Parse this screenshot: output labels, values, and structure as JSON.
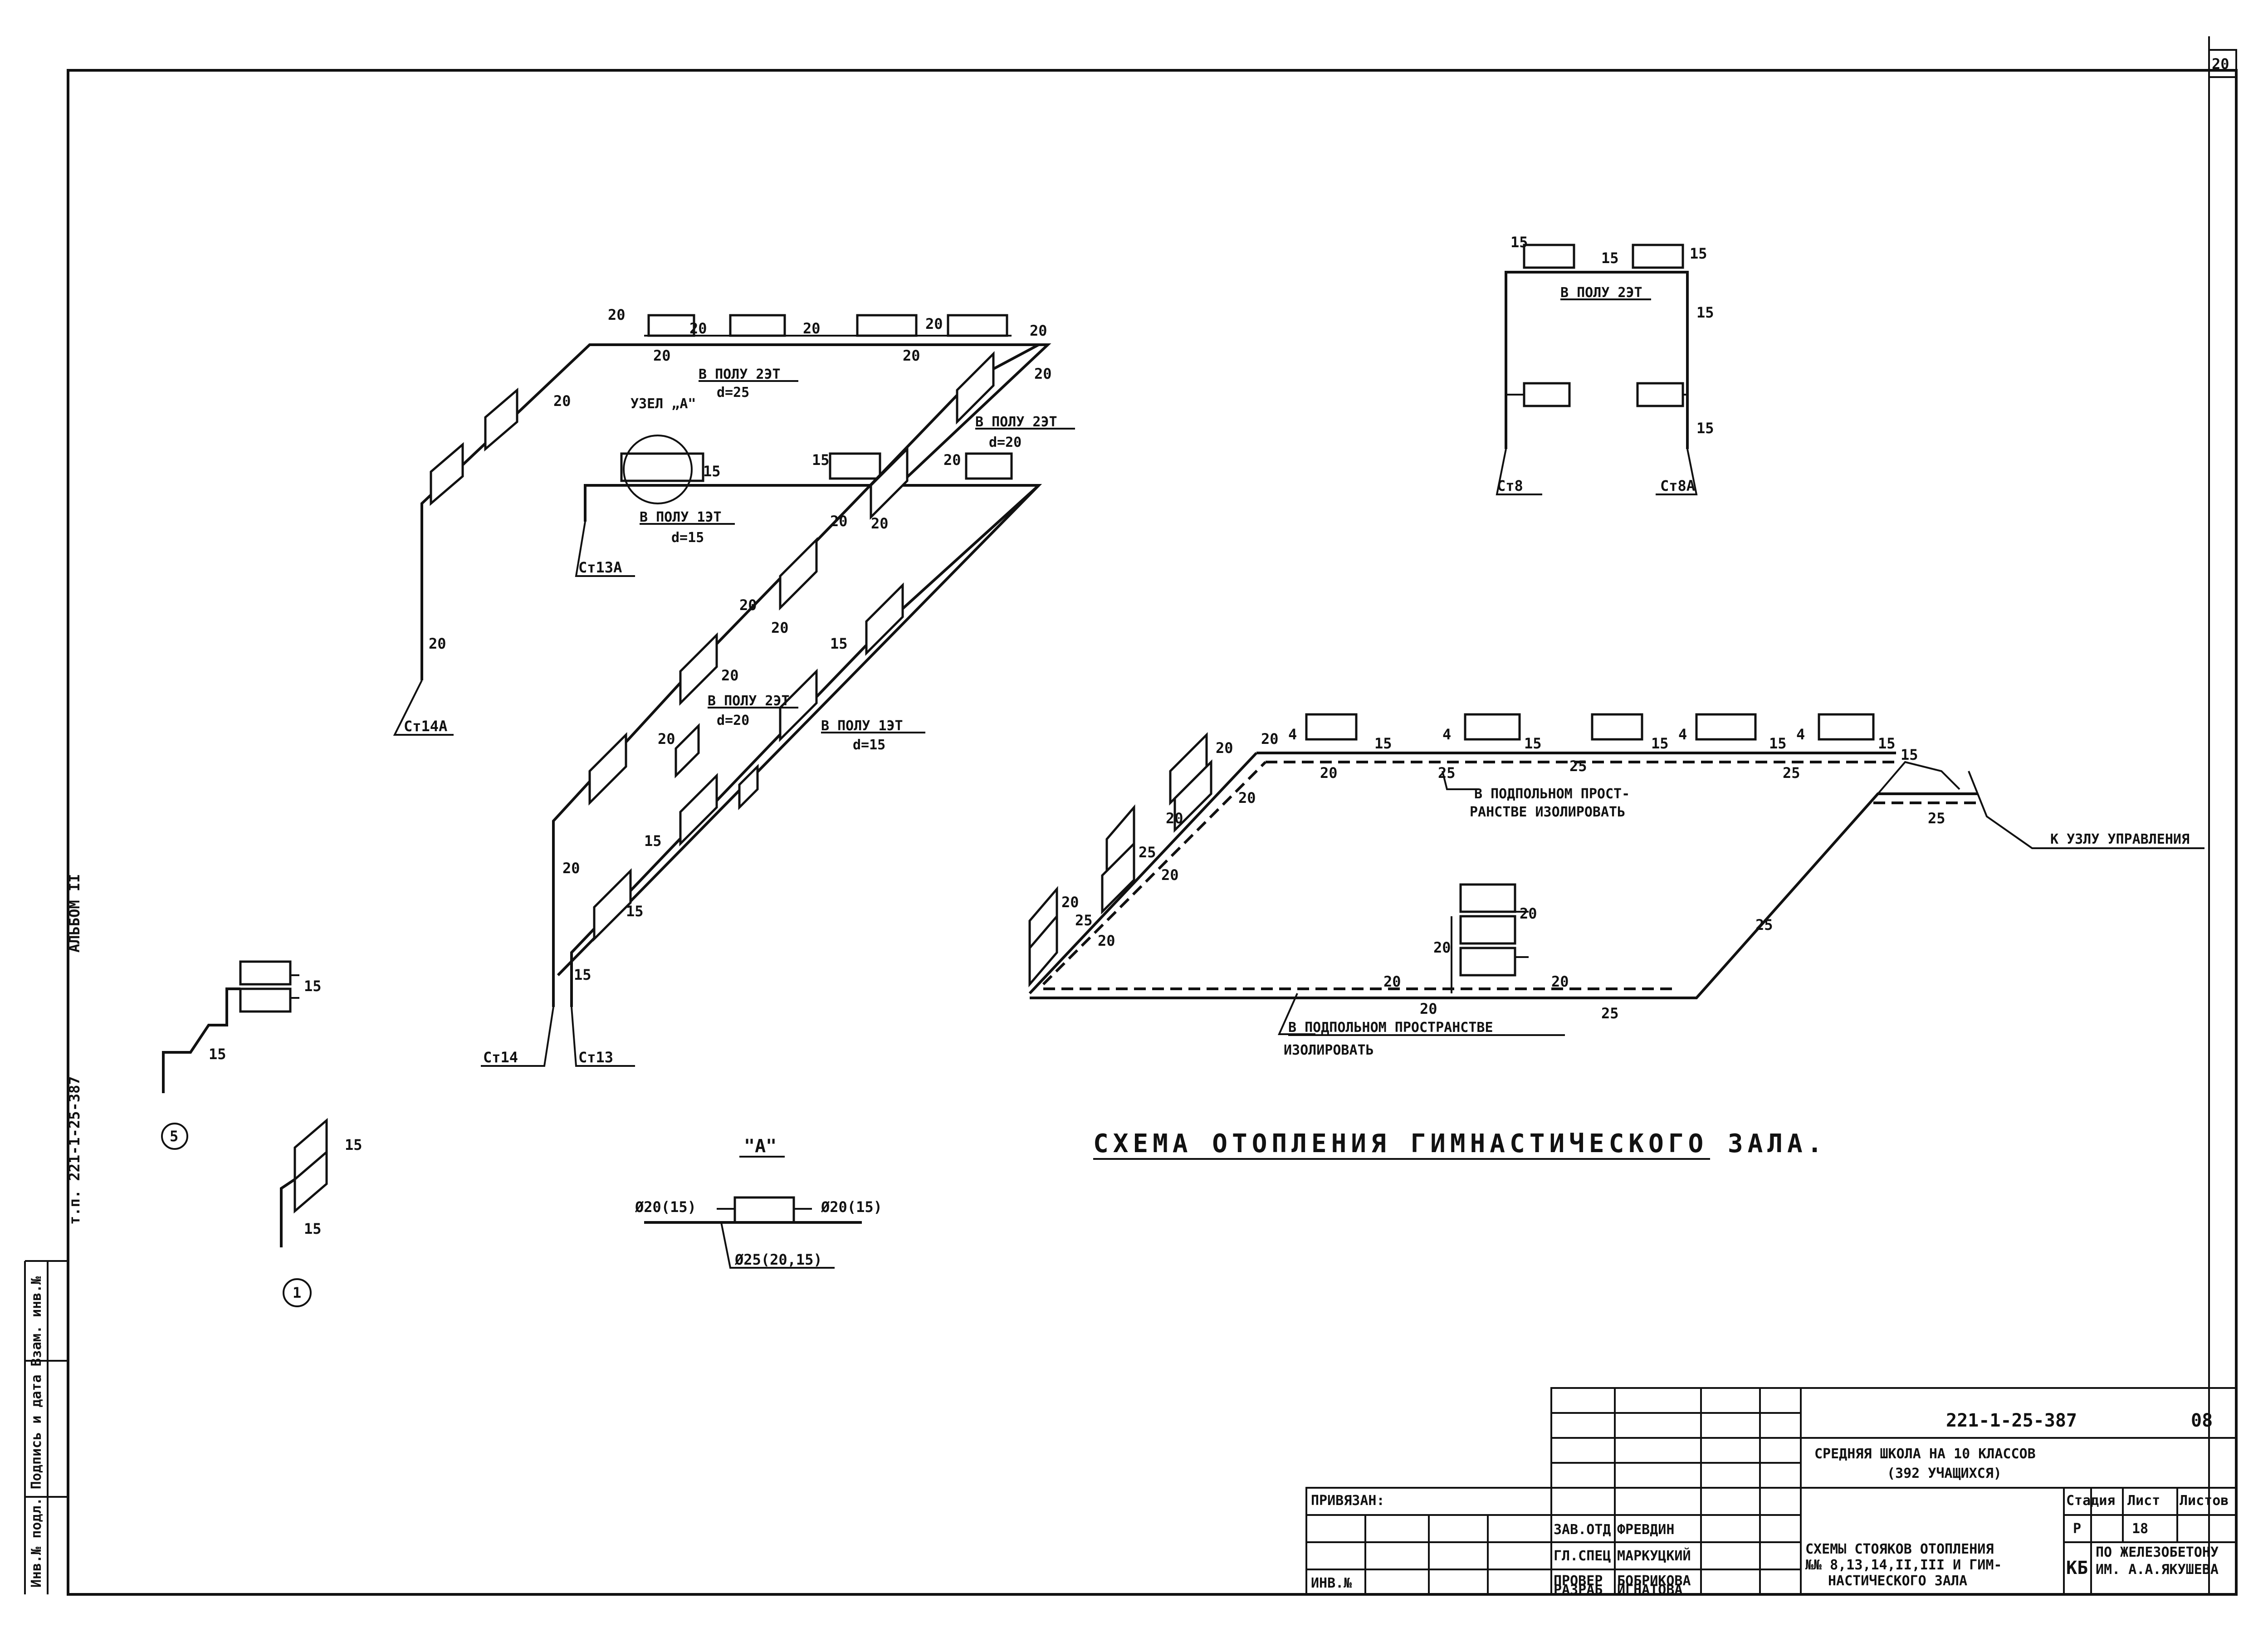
{
  "sheet": {
    "page_no": "20",
    "album_side": "АЛЬБОМ II",
    "project_side": "т.п. 221-1-25-387",
    "stamp_side": "Инв.№ подл. Подпись и дата Взам. инв.№"
  },
  "diagram": {
    "title": "СХЕМА ОТОПЛЕНИЯ ГИМНАСТИЧЕСКОГО ЗАЛА.",
    "node_a_title": "\"А\"",
    "risers": {
      "st14a": "Ст14А",
      "st13a": "Ст13А",
      "st14": "Ст14",
      "st13": "Ст13",
      "st8": "Ст8",
      "st8a": "Ст8А"
    },
    "notes": {
      "floor2_top": "В ПОЛУ 2ЭТ",
      "d25": "d=25",
      "node_a": "УЗЕЛ „А\"",
      "floor2_right": "В ПОЛУ 2ЭТ",
      "d20_right": "d=20",
      "floor1_left": "В ПОЛУ 1ЭТ",
      "d15_left": "d=15",
      "floor2_mid": "В ПОЛУ 2ЭТ",
      "d20_mid": "d=20",
      "floor1_mid": "В ПОЛУ 1ЭТ",
      "d15_mid": "d=15",
      "floor2_st8": "В ПОЛУ 2ЭТ",
      "underfloor_1": "В ПОДПОЛЬНОМ ПРОСТ-",
      "underfloor_2": "РАНСТВЕ ИЗОЛИРОВАТЬ",
      "to_control": "К УЗЛУ УПРАВЛЕНИЯ",
      "underfloor_b1": "В ПОДПОЛЬНОМ ПРОСТРАНСТВЕ",
      "underfloor_b2": "ИЗОЛИРОВАТЬ",
      "node_left": "Ø20(15)",
      "node_right": "Ø20(15)",
      "node_bottom": "Ø25(20,15)",
      "callout_5": "5",
      "callout_1": "1"
    },
    "sizes": {
      "s15": "15",
      "s20": "20",
      "s25": "25",
      "s4": "4"
    }
  },
  "title_block": {
    "code": "221-1-25-387",
    "sheet_code": "08",
    "name_1": "СРЕДНЯЯ ШКОЛА НА 10 КЛАССОВ",
    "name_2": "(392 УЧАЩИХСЯ)",
    "stage_hdr": "Стадия",
    "sheet_hdr": "Лист",
    "sheets_hdr": "Листов",
    "stage": "Р",
    "sheet": "18",
    "tied": "ПРИВЯЗАН:",
    "inv": "ИНВ.№",
    "roles": [
      "ЗАВ.ОТД",
      "ГЛ.СПЕЦ",
      "ПРОВЕР",
      "РАЗРАБ"
    ],
    "people": [
      "ФРЕВДИН",
      "МАРКУЦКИЙ",
      "БОБРИКОВА",
      "ИГНАТОВА"
    ],
    "desc_1": "СХЕМЫ СТОЯКОВ ОТОПЛЕНИЯ",
    "desc_2": "№№ 8,13,14,II,III И ГИМ-",
    "desc_3": "НАСТИЧЕСКОГО ЗАЛА",
    "org_short": "КБ",
    "org_1": "ПО ЖЕЛЕЗОБЕТОНУ",
    "org_2": "ИМ. А.А.ЯКУШЕВА"
  }
}
